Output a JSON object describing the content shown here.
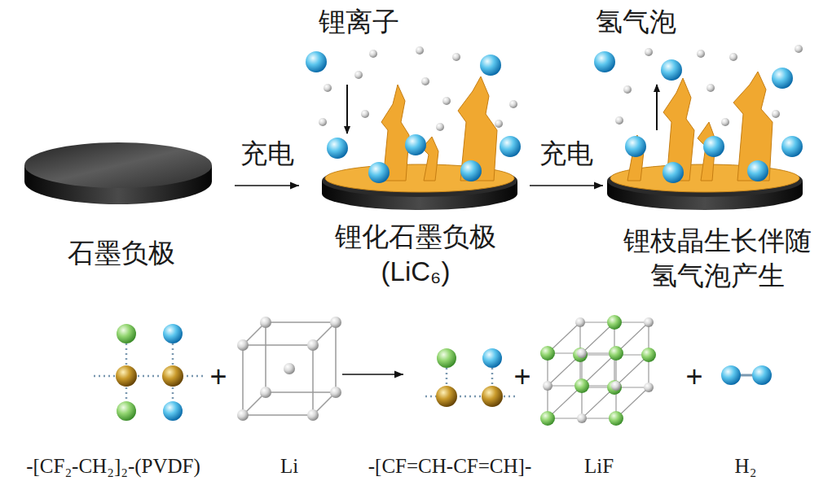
{
  "diagram": {
    "nodes": [
      {
        "text": [
          "石墨负极"
        ]
      },
      {
        "text": [
          "锂离子",
          "锂化石墨负极 (LiC₆)"
        ]
      },
      {
        "text": [
          "氢气泡",
          "锂枝晶生长伴随 氢气泡产生"
        ]
      },
      {
        "text": [
          "-[CF₂-CH₂]₂-(PVDF)"
        ]
      },
      {
        "text": [
          "Li"
        ]
      },
      {
        "text": [
          "-[CF=CH-CF=CH]-"
        ]
      },
      {
        "text": [
          "LiF"
        ]
      },
      {
        "text": [
          "H₂"
        ]
      }
    ],
    "edges": [
      {
        "from": 0,
        "to": 1,
        "arrow": "to",
        "label": "充电"
      },
      {
        "from": 1,
        "to": 2,
        "arrow": "to",
        "label": "充电"
      },
      {
        "from": 4,
        "to": 5,
        "arrow": "to"
      }
    ],
    "labels": [
      "+",
      "+",
      "+"
    ]
  }
}
